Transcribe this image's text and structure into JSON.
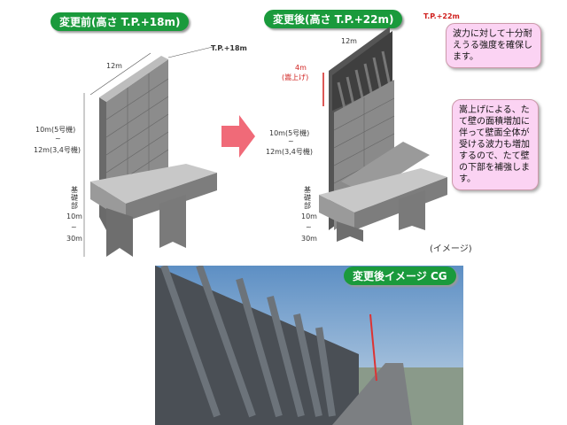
{
  "before": {
    "title": "変更前(高さ T.P.+18m)",
    "top_label": "T.P.+18m",
    "width_label": "12m",
    "height_label_1": "10m(5号機)",
    "height_label_sep": "~",
    "height_label_2": "12m(3,4号機)",
    "base_label": "基礎部",
    "base_1": "10m",
    "base_sep": "~",
    "base_2": "30m"
  },
  "after": {
    "title": "変更後(高さ T.P.+22m)",
    "top_label": "T.P.+22m",
    "width_label": "12m",
    "raise_1": "4m",
    "raise_2": "(嵩上げ)",
    "height_label_1": "10m(5号機)",
    "height_label_sep": "~",
    "height_label_2": "12m(3,4号機)",
    "base_label": "基礎部",
    "base_1": "10m",
    "base_sep": "~",
    "base_2": "30m",
    "image_note": "(イメージ)"
  },
  "callouts": [
    "波力に対して十分耐えうる強度を確保します。",
    "嵩上げによる、たて壁の面積増加に伴って壁面全体が受ける波力も増加するので、たて壁の下部を補強します。"
  ],
  "photo": {
    "title": "変更後イメージ CG"
  },
  "colors": {
    "pill": "#1a9a3c",
    "arrow": "#f06a78",
    "callout": "#fbd3f3",
    "raise": "#d0201e"
  }
}
